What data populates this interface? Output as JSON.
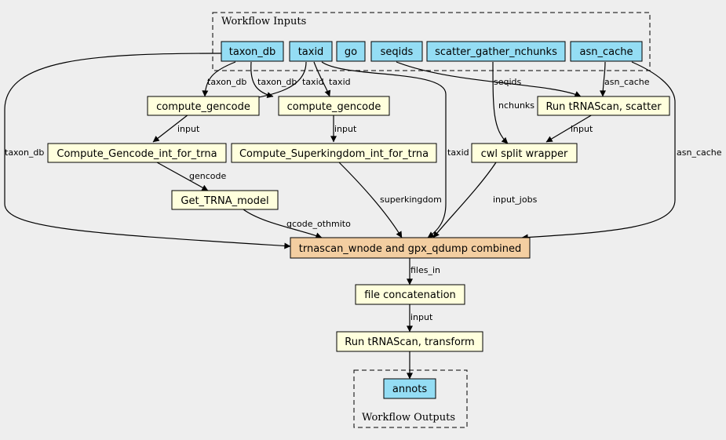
{
  "colors": {
    "background": "#eeeeee",
    "input_output": "#94ddf4",
    "step": "#ffffdd",
    "main_step": "#f3cea1",
    "stroke": "#000000"
  },
  "clusters": {
    "inputs": {
      "label": "Workflow Inputs"
    },
    "outputs": {
      "label": "Workflow Outputs"
    }
  },
  "nodes": {
    "taxon_db": {
      "label": "taxon_db",
      "kind": "input"
    },
    "taxid": {
      "label": "taxid",
      "kind": "input"
    },
    "go": {
      "label": "go",
      "kind": "input"
    },
    "seqids": {
      "label": "seqids",
      "kind": "input"
    },
    "scatter": {
      "label": "scatter_gather_nchunks",
      "kind": "input"
    },
    "asn_cache": {
      "label": "asn_cache",
      "kind": "input"
    },
    "cg1": {
      "label": "compute_gencode",
      "kind": "step"
    },
    "cg2": {
      "label": "compute_gencode",
      "kind": "step"
    },
    "run_scatter": {
      "label": "Run tRNAScan, scatter",
      "kind": "step"
    },
    "cgi": {
      "label": "Compute_Gencode_int_for_trna",
      "kind": "step"
    },
    "csi": {
      "label": "Compute_Superkingdom_int_for_trna",
      "kind": "step"
    },
    "cwl_split": {
      "label": "cwl split wrapper",
      "kind": "step"
    },
    "get_trna": {
      "label": "Get_TRNA_model",
      "kind": "step"
    },
    "trnascan": {
      "label": "trnascan_wnode and gpx_qdump combined",
      "kind": "main"
    },
    "file_concat": {
      "label": "file concatenation",
      "kind": "step"
    },
    "run_transform": {
      "label": "Run tRNAScan, transform",
      "kind": "step"
    },
    "annots": {
      "label": "annots",
      "kind": "output"
    }
  },
  "edge_labels": {
    "taxon_db_cg1": "taxon_db",
    "taxon_db_cg2": "taxon_db",
    "taxid_cg1": "taxid",
    "taxid_cg2": "taxid",
    "taxon_db_main": "taxon_db",
    "taxid_main": "taxid",
    "seqids_run": "seqids",
    "nchunks_cwl": "nchunks",
    "asn_run": "asn_cache",
    "asn_main": "asn_cache",
    "cg1_cgi": "input",
    "cg2_csi": "input",
    "run_cwl": "input",
    "cgi_get": "gencode",
    "get_main": "gcode_othmito",
    "csi_main": "superkingdom",
    "cwl_main": "input_jobs",
    "main_concat": "files_in",
    "concat_transform": "input"
  }
}
